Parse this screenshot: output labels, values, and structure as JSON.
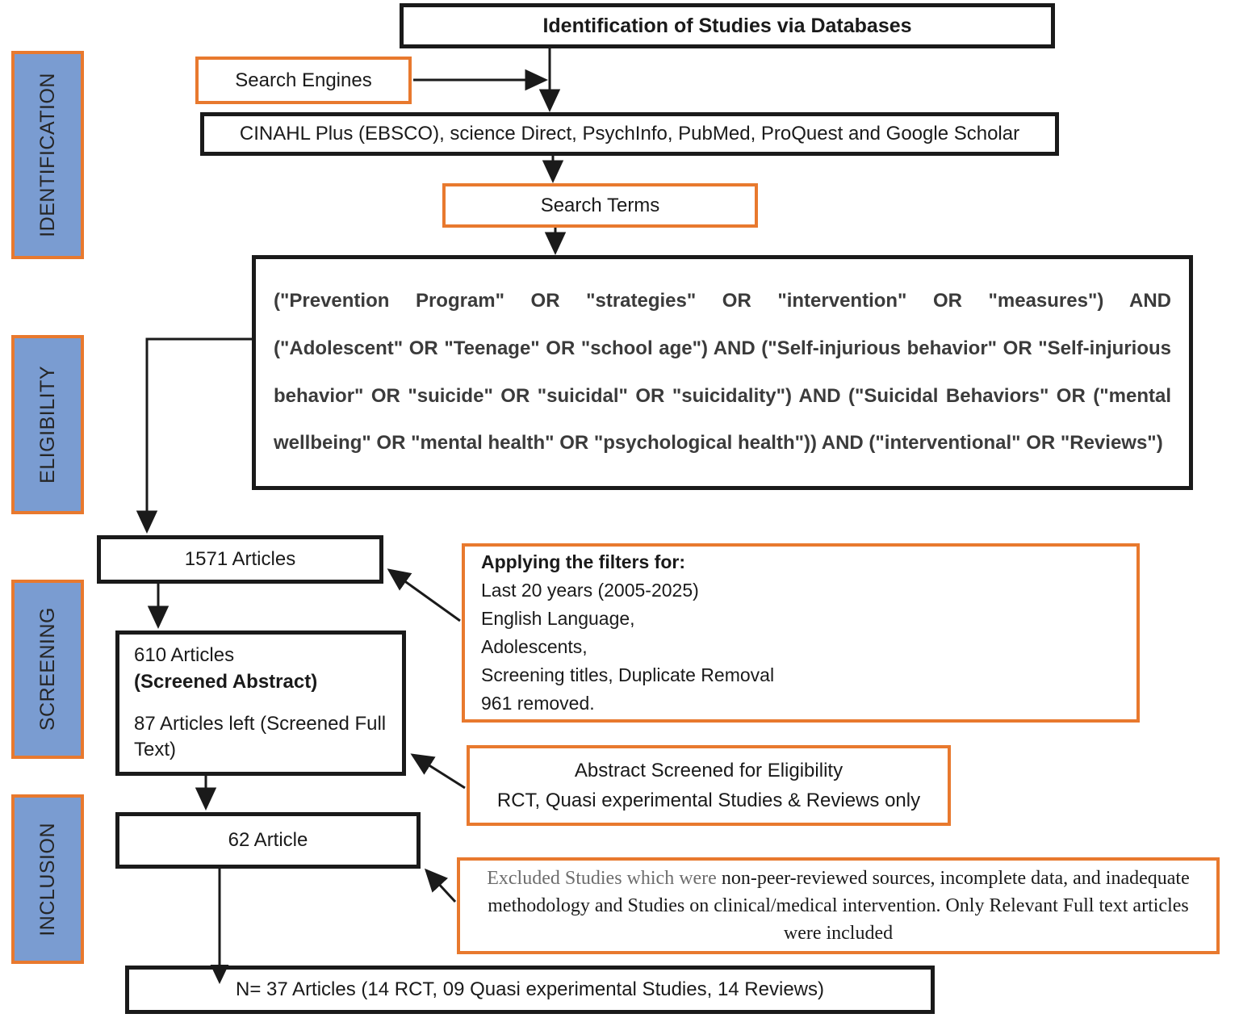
{
  "diagram": {
    "type": "prisma-flow-diagram",
    "colors": {
      "phase_fill": "#7a9cd1",
      "accent_orange": "#e8792e",
      "box_black": "#1a1a1a"
    }
  },
  "phases": [
    {
      "label": "IDENTIFICATION"
    },
    {
      "label": "ELIGIBILITY"
    },
    {
      "label": "SCREENING"
    },
    {
      "label": "INCLUSION"
    }
  ],
  "nodes": {
    "title": "Identification of Studies via Databases",
    "search_engines": "Search Engines",
    "databases": "CINAHL Plus  (EBSCO), science Direct, PsychInfo, PubMed, ProQuest and Google Scholar",
    "search_terms": "Search Terms",
    "query_lines": [
      "(\"Prevention Program\" OR \"strategies\" OR \"intervention\" OR \"measures\") AND",
      "(\"Adolescent\" OR \"Teenage\" OR \"school age\") AND (\"Self-injurious behavior\" OR \"Self-injurious",
      "behavior\" OR \"suicide\" OR \"suicidal\" OR \"suicidality\") AND (\"Suicidal Behaviors\" OR (\"mental",
      "wellbeing\" OR \"mental health\" OR \"psychological health\")) AND (\"interventional\" OR \"Reviews\")"
    ],
    "records_identified": "1571 Articles",
    "screened_abstract_count": "610 Articles",
    "screened_abstract_label": "(Screened Abstract)",
    "full_text_line": "87 Articles left (Screened Full Text)",
    "article_62": "62 Article",
    "final": "N= 37 Articles (14 RCT, 09 Quasi experimental Studies, 14 Reviews)"
  },
  "side_notes": {
    "filters": {
      "heading": "Applying the filters for:",
      "lines": [
        " Last 20 years (2005-2025)",
        "English Language,",
        "Adolescents,",
        "Screening titles, Duplicate Removal",
        "961 removed."
      ]
    },
    "abstract_screen": {
      "lines": [
        "Abstract Screened for Eligibility",
        "RCT, Quasi experimental Studies & Reviews only"
      ]
    },
    "excluded": {
      "lead": "Excluded Studies which were ",
      "rest": "non-peer-reviewed sources, incomplete data, and inadequate methodology and Studies on clinical/medical intervention. Only Relevant Full text articles were included"
    }
  }
}
